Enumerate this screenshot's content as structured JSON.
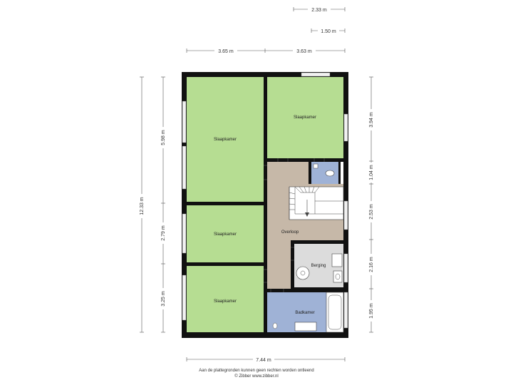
{
  "colors": {
    "wall": "#111111",
    "bedroom": "#b6dd92",
    "hallway": "#c6b8a8",
    "bathroom": "#9fb2d6",
    "storage": "#dcdcdc",
    "stairs": "#ffffff",
    "window": "#f2f2f2"
  },
  "rooms": {
    "bedroom_top_left": "Slaapkamer",
    "bedroom_top_right": "Slaapkamer",
    "bedroom_middle_left": "Slaapkamer",
    "bedroom_bottom_left": "Slaapkamer",
    "landing": "Overloop",
    "storage": "Berging",
    "bathroom": "Badkamer"
  },
  "dimensions": {
    "top_2_33": "2.33 m",
    "top_1_50": "1.50 m",
    "top_3_65": "3.65 m",
    "top_3_63": "3.63 m",
    "total_height": "12.33 m",
    "left_5_98": "5.98 m",
    "left_2_79": "2.79 m",
    "left_3_25": "3.25 m",
    "right_3_94": "3.94 m",
    "right_1_04": "1.04 m",
    "right_2_53": "2.53 m",
    "right_2_16": "2.16 m",
    "right_1_95": "1.95 m",
    "bottom_7_44": "7.44 m"
  },
  "footer": {
    "line1": "Aan de plattegronden kunnen geen rechten worden ontleend",
    "line2": "© Zibber www.zibber.nl"
  }
}
